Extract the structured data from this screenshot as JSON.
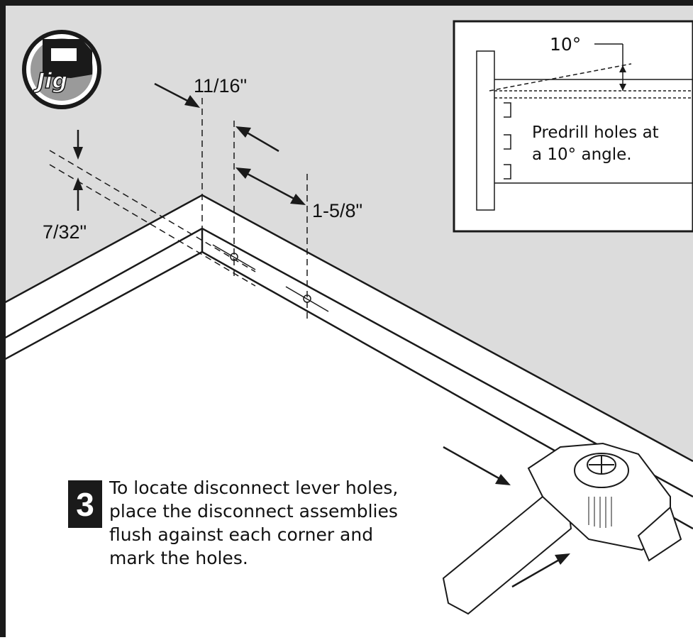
{
  "badge": {
    "text": "Jig"
  },
  "dimensions": {
    "d1": "11/16\"",
    "d2": "7/32\"",
    "d3": "1-5/8\""
  },
  "inset": {
    "angle": "10°",
    "note_line1": "Predrill holes at",
    "note_line2": "a 10° angle."
  },
  "step": {
    "number": "3",
    "lines": [
      "To locate disconnect lever holes,",
      "place the disconnect assemblies",
      "flush against each corner and",
      "mark the holes."
    ]
  },
  "colors": {
    "background": "#dcdcdc",
    "ink": "#1a1a1a",
    "panel": "#ffffff"
  }
}
